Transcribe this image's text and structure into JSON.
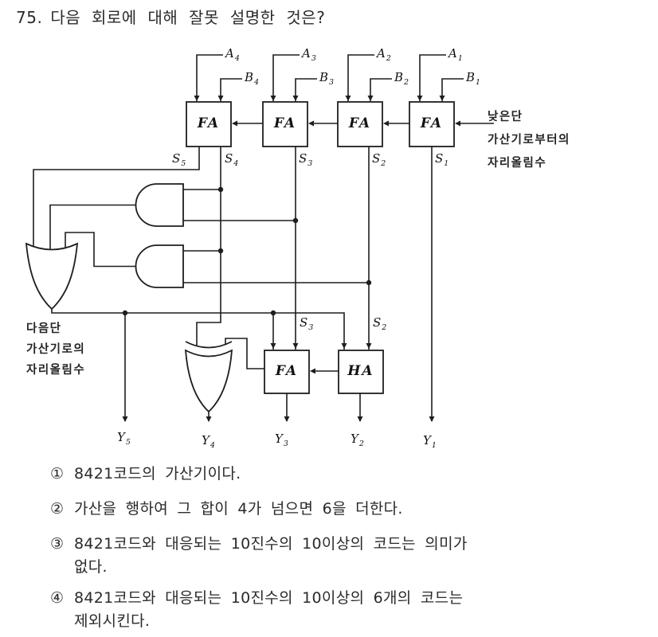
{
  "question": {
    "number": "75.",
    "text": "다음 회로에 대해 잘못 설명한 것은?"
  },
  "diagram": {
    "adders_top": [
      "FA",
      "FA",
      "FA",
      "FA"
    ],
    "adder_bottom": "FA",
    "half_adder": "HA",
    "a_labels": [
      {
        "b": "A",
        "s": "4"
      },
      {
        "b": "A",
        "s": "3"
      },
      {
        "b": "A",
        "s": "2"
      },
      {
        "b": "A",
        "s": "1"
      }
    ],
    "b_labels": [
      {
        "b": "B",
        "s": "4"
      },
      {
        "b": "B",
        "s": "3"
      },
      {
        "b": "B",
        "s": "2"
      },
      {
        "b": "B",
        "s": "1"
      }
    ],
    "s_top": [
      {
        "b": "S",
        "s": "5"
      },
      {
        "b": "S",
        "s": "4"
      },
      {
        "b": "S",
        "s": "3"
      },
      {
        "b": "S",
        "s": "2"
      },
      {
        "b": "S",
        "s": "1"
      }
    ],
    "s_mid": [
      {
        "b": "S",
        "s": "3"
      },
      {
        "b": "S",
        "s": "2"
      }
    ],
    "y_out": [
      {
        "b": "Y",
        "s": "5"
      },
      {
        "b": "Y",
        "s": "4"
      },
      {
        "b": "Y",
        "s": "3"
      },
      {
        "b": "Y",
        "s": "2"
      },
      {
        "b": "Y",
        "s": "1"
      }
    ],
    "note_right": [
      "낮은단",
      "가산기로부터의",
      "자리올림수"
    ],
    "note_left": [
      "다음단",
      "가산기로의",
      "자리올림수"
    ],
    "line_color": "#1e1e1e"
  },
  "choices": [
    {
      "num": "①",
      "line1": "8421코드의 가산기이다.",
      "line2": ""
    },
    {
      "num": "②",
      "line1": "가산을 행하여 그 합이 4가 넘으면 6을 더한다.",
      "line2": ""
    },
    {
      "num": "③",
      "line1": "8421코드와 대응되는 10진수의 10이상의 코드는 의미가",
      "line2": "없다."
    },
    {
      "num": "④",
      "line1": "8421코드와 대응되는 10진수의 10이상의 6개의 코드는",
      "line2": "제외시킨다."
    }
  ]
}
